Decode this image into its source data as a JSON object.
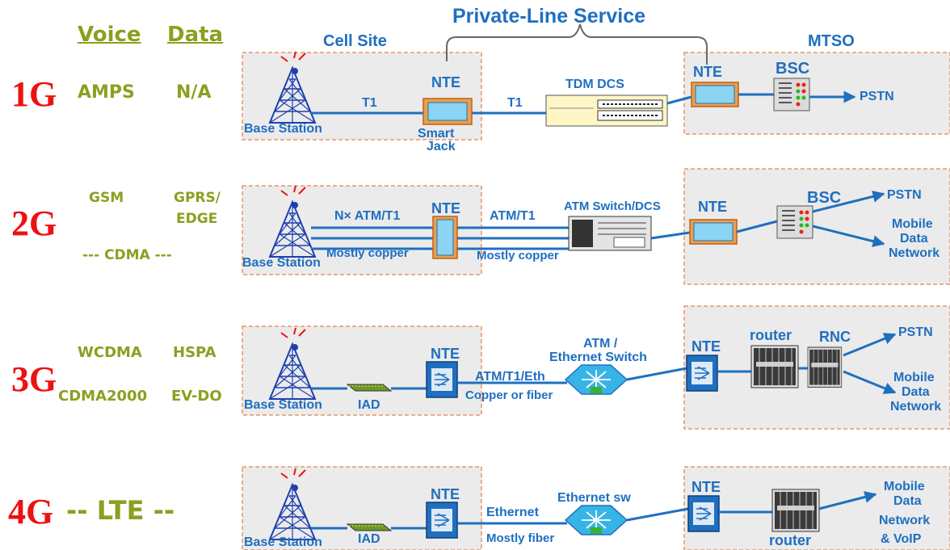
{
  "header": {
    "voice": "Voice",
    "data": "Data",
    "private_line": "Private-Line Service",
    "cell_site": "Cell Site",
    "mtso": "MTSO"
  },
  "rows": {
    "g1": {
      "gen": "1G",
      "voice": "AMPS",
      "data": "N/A",
      "base": "Base Station",
      "t1a": "T1",
      "nte_a": "NTE",
      "smart": "Smart",
      "jack": "Jack",
      "t1b": "T1",
      "dcs": "TDM DCS",
      "nte_b": "NTE",
      "bsc": "BSC",
      "pstn": "PSTN"
    },
    "g2": {
      "gen": "2G",
      "voice": "GSM",
      "data1": "GPRS/",
      "data2": "EDGE",
      "cdma": "--- CDMA ---",
      "base": "Base Station",
      "link_a": "N× ATM/T1",
      "copper_a": "Mostly copper",
      "nte_a": "NTE",
      "link_b": "ATM/T1",
      "copper_b": "Mostly copper",
      "switch": "ATM Switch/DCS",
      "nte_b": "NTE",
      "bsc": "BSC",
      "pstn": "PSTN",
      "mobile1": "Mobile",
      "mobile2": "Data",
      "mobile3": "Network"
    },
    "g3": {
      "gen": "3G",
      "voice1": "WCDMA",
      "data1": "HSPA",
      "voice2": "CDMA2000",
      "data2": "EV-DO",
      "base": "Base Station",
      "iad": "IAD",
      "nte_a": "NTE",
      "link": "ATM/T1/Eth",
      "medium": "Copper or fiber",
      "sw1": "ATM /",
      "sw2": "Ethernet Switch",
      "nte_b": "NTE",
      "router": "router",
      "rnc": "RNC",
      "pstn": "PSTN",
      "mobile1": "Mobile",
      "mobile2": "Data",
      "mobile3": "Network"
    },
    "g4": {
      "gen": "4G",
      "lte": "-- LTE --",
      "base": "Base Station",
      "iad": "IAD",
      "nte_a": "NTE",
      "link": "Ethernet",
      "medium": "Mostly fiber",
      "sw": "Ethernet sw",
      "nte_b": "NTE",
      "router": "router",
      "mobile1": "Mobile",
      "mobile2": "Data",
      "mobile3": "Network",
      "mobile4": "& VoIP"
    }
  },
  "colors": {
    "link": "#1f6fc0",
    "generation": "#ee1111",
    "technology": "#8aa020",
    "box_border": "#e8844a",
    "box_fill": "#ebebeb"
  }
}
